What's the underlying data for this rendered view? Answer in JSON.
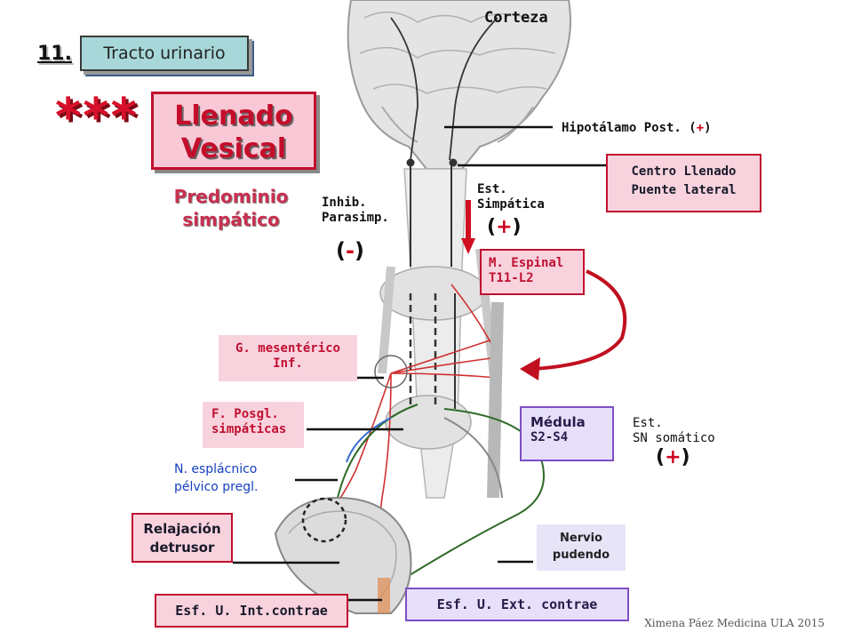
{
  "section_number": "11.",
  "topic": "Tracto urinario",
  "stars": "***",
  "title_line1": "Llenado",
  "title_line2": "Vesical",
  "subtitle_line1": "Predominio",
  "subtitle_line2": "simpático",
  "labels": {
    "corteza": "Corteza",
    "hipotalamo": "Hipotálamo Post. (",
    "hipotalamo_sign": "+",
    "hipotalamo_close": ")",
    "centro_line1": "Centro Llenado",
    "centro_line2": "Puente lateral",
    "est_simp_line1": "Est.",
    "est_simp_line2": "Simpática",
    "inhib_line1": "Inhib.",
    "inhib_line2": "Parasimp.",
    "medula_espinal_line1": "M. Espinal",
    "medula_espinal_line2": "T11-L2",
    "g_mesenterico_line1": "G. mesentérico",
    "g_mesenterico_line2": "Inf.",
    "f_posgl_line1": "F. Posgl.",
    "f_posgl_line2": "simpáticas",
    "n_esplacnico_line1": "N. esplácnico",
    "n_esplacnico_line2": "pélvico pregl.",
    "medula_line1": "Médula",
    "medula_line2": "S2-S4",
    "est_som_line1": "Est.",
    "est_som_line2": "SN somático",
    "relajacion_line1": "Relajación",
    "relajacion_line2": "detrusor",
    "nervio_line1": "Nervio",
    "nervio_line2": "pudendo",
    "esf_int": "Esf. U. Int.contrae",
    "esf_ext": "Esf. U. Ext. contrae"
  },
  "signs": {
    "plus": "+",
    "minus": "-",
    "open": "(",
    "close": ")"
  },
  "credit": "Ximena Páez Medicina ULA 2015",
  "colors": {
    "accent_red": "#c01030",
    "pink_box": "#f8d3de",
    "lavender_box": "#e6e0fa",
    "teal_box": "#a7d7d8",
    "sympathetic": "#d03030",
    "parasympathetic": "#3a7a30",
    "visceral_blue": "#3a6ad0"
  }
}
